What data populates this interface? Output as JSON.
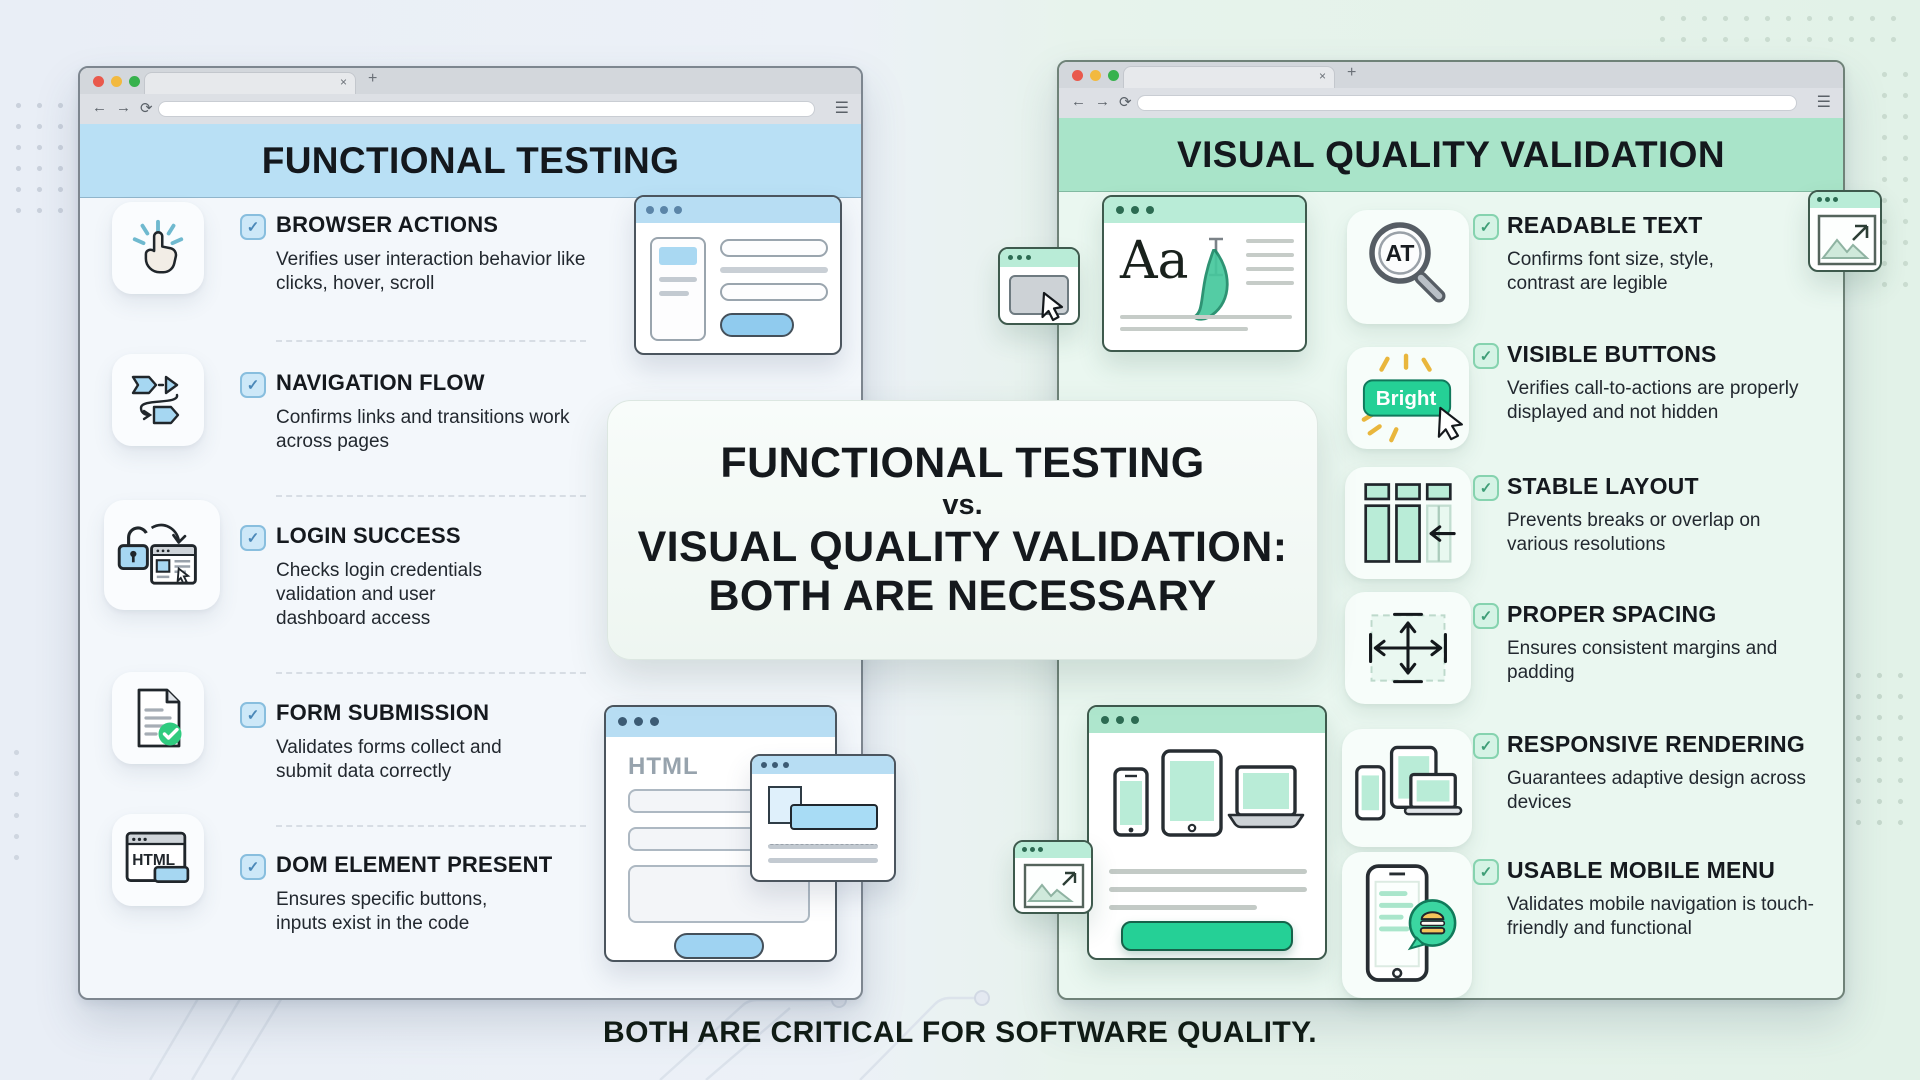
{
  "glyphs": {
    "check": "✓"
  },
  "chrome": {
    "back": "←",
    "forward": "→",
    "reload": "⟳",
    "menu": "☰",
    "tab_close": "×",
    "tab_new": "+"
  },
  "left_panel": {
    "title": "FUNCTIONAL TESTING",
    "items": [
      {
        "icon": "click-hand-icon",
        "title": "BROWSER ACTIONS",
        "desc": "Verifies user interaction behavior like clicks, hover, scroll"
      },
      {
        "icon": "navigation-flow-icon",
        "title": "NAVIGATION FLOW",
        "desc": "Confirms links and transitions work across pages"
      },
      {
        "icon": "login-unlock-icon",
        "title": "LOGIN SUCCESS",
        "desc": "Checks login credentials validation and user dashboard access"
      },
      {
        "icon": "form-check-document-icon",
        "title": "FORM SUBMISSION",
        "desc": "Validates forms collect and submit data correctly"
      },
      {
        "icon": "html-window-icon",
        "title": "DOM ELEMENT PRESENT",
        "desc": "Ensures specific buttons, inputs exist in the code"
      }
    ],
    "html_icon_label": "HTML",
    "form_mock_label": "HTML"
  },
  "right_panel": {
    "title": "VISUAL QUALITY VALIDATION",
    "items": [
      {
        "icon": "magnifier-at-icon",
        "title": "READABLE TEXT",
        "desc": "Confirms font size, style, contrast are legible"
      },
      {
        "icon": "bright-button-icon",
        "title": "VISIBLE BUTTONS",
        "desc": "Verifies call-to-actions are properly displayed and not hidden"
      },
      {
        "icon": "column-grid-icon",
        "title": "STABLE LAYOUT",
        "desc": "Prevents breaks or overlap on various resolutions"
      },
      {
        "icon": "spacing-arrows-icon",
        "title": "PROPER SPACING",
        "desc": "Ensures consistent margins and padding"
      },
      {
        "icon": "devices-trio-icon",
        "title": "RESPONSIVE RENDERING",
        "desc": "Guarantees adaptive design across devices"
      },
      {
        "icon": "mobile-menu-icon",
        "title": "USABLE MOBILE MENU",
        "desc": "Validates mobile navigation is touch-friendly and functional"
      }
    ],
    "typography_sample": "Aa",
    "magnifier_label": "AT",
    "bright_button_label": "Bright"
  },
  "center_card": {
    "line1": "FUNCTIONAL TESTING",
    "line2": "vs.",
    "line3": "VISUAL QUALITY VALIDATION:",
    "line4": "BOTH ARE NECESSARY"
  },
  "footer": {
    "text": "BOTH ARE CRITICAL FOR SOFTWARE QUALITY."
  },
  "colors": {
    "left_header_band": "#b9e0f5",
    "right_header_band": "#a9e4c9",
    "accent_blue": "#a6d7f2",
    "accent_green": "#25d096",
    "check_green_circle": "#2fcb7f",
    "traffic_red": "#e9594c",
    "traffic_yellow": "#f2b93f",
    "traffic_green": "#37b24d"
  }
}
